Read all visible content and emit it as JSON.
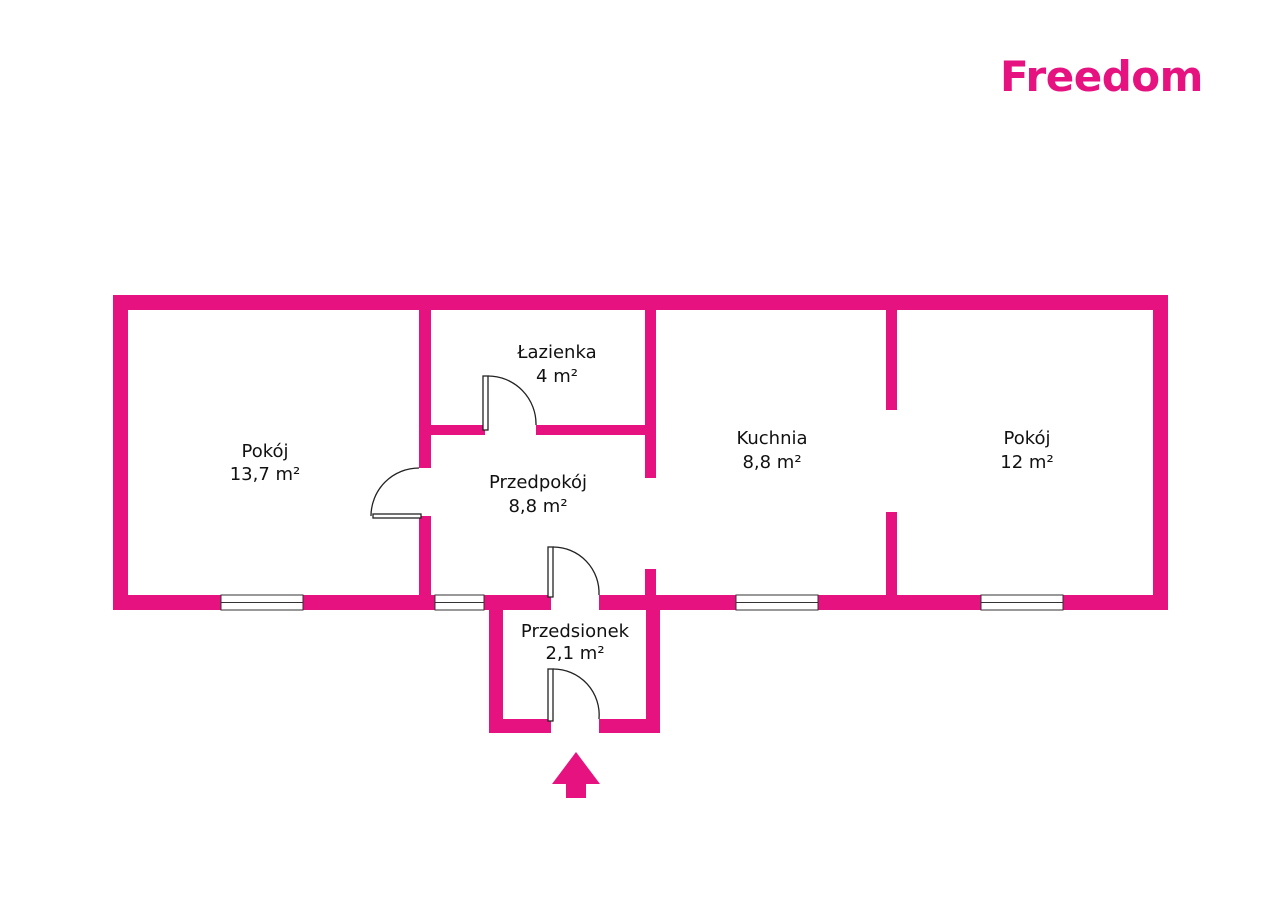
{
  "brand": {
    "name": "Freedom",
    "color": "#e6127f"
  },
  "colors": {
    "wall": "#e6127f",
    "door": "#222222",
    "background": "#ffffff"
  },
  "rooms": [
    {
      "name": "Pokój",
      "area": "13,7 m²"
    },
    {
      "name": "Łazienka",
      "area": "4 m²"
    },
    {
      "name": "Przedpokój",
      "area": "8,8 m²"
    },
    {
      "name": "Kuchnia",
      "area": "8,8 m²"
    },
    {
      "name": "Pokój",
      "area": "12 m²"
    },
    {
      "name": "Przedsionek",
      "area": "2,1 m²"
    }
  ],
  "entrance": {
    "icon": "entrance-arrow-icon"
  }
}
